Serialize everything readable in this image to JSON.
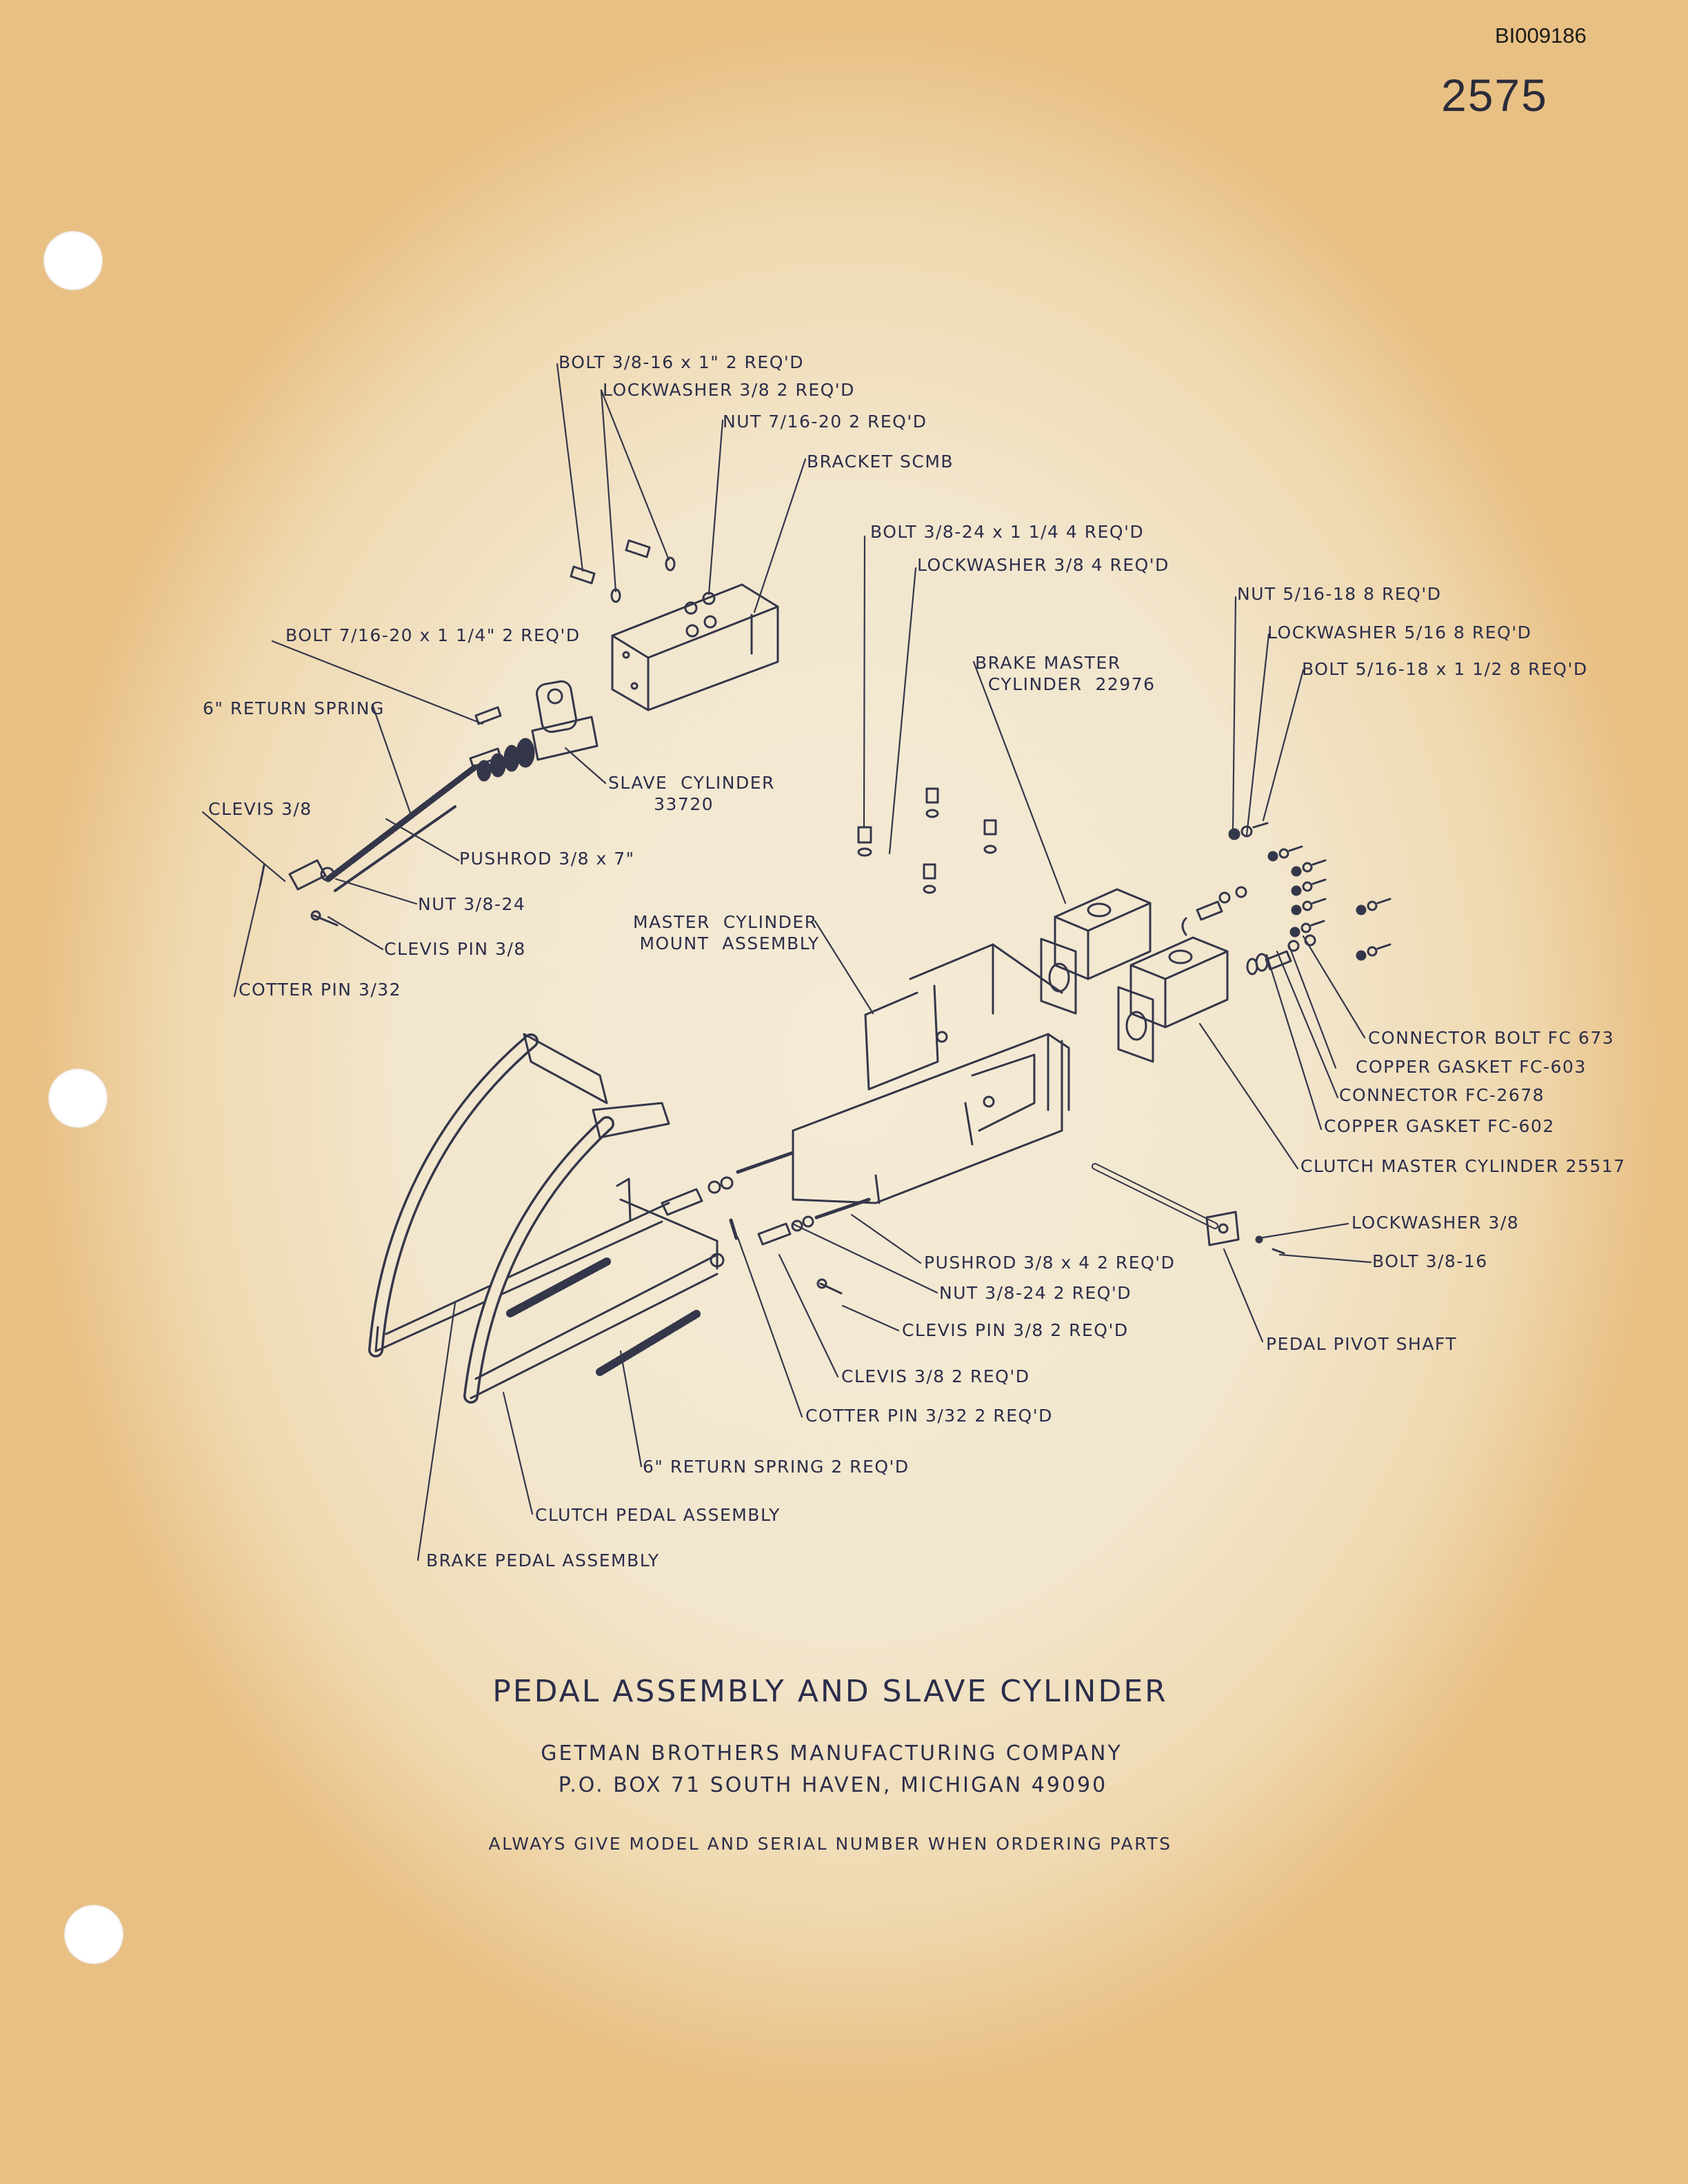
{
  "header": {
    "doc_id": "BI009186",
    "page_number": "2575"
  },
  "labels": {
    "bolt_38_16": "BOLT  3/8-16 x 1\"  2 REQ'D",
    "lockwasher_38_top": "LOCKWASHER  3/8  2 REQ'D",
    "nut_716_20": "NUT  7/16-20  2 REQ'D",
    "bracket": "BRACKET  SCMB",
    "bolt_38_24": "BOLT  3/8-24 x 1 1/4   4 REQ'D",
    "lockwasher_38_4": "LOCKWASHER  3/8  4 REQ'D",
    "nut_516_18": "NUT  5/16-18   8 REQ'D",
    "lockwasher_516": "LOCKWASHER  5/16  8 REQ'D",
    "bolt_516_18": "BOLT  5/16-18 x 1 1/2   8 REQ'D",
    "brake_master_cylinder": "BRAKE MASTER\n  CYLINDER  22976",
    "bolt_716_20": "BOLT  7/16-20 x 1 1/4\"  2 REQ'D",
    "return_spring_6": "6\" RETURN SPRING",
    "slave_cylinder": "SLAVE  CYLINDER\n       33720",
    "clevis_38": "CLEVIS  3/8",
    "pushrod_38_7": "PUSHROD  3/8 x 7\"",
    "nut_38_24": "NUT  3/8-24",
    "clevis_pin_38": "CLEVIS  PIN  3/8",
    "cotter_pin_332": "COTTER PIN  3/32",
    "master_cylinder_mount": "MASTER  CYLINDER\n MOUNT  ASSEMBLY",
    "connector_bolt": "CONNECTOR  BOLT   FC 673",
    "copper_gasket_603": "COPPER   GASKET   FC-603",
    "connector_2678": "CONNECTOR   FC-2678",
    "copper_gasket_602": "COPPER    GASKET   FC-602",
    "clutch_master_cylinder": "CLUTCH  MASTER  CYLINDER   25517",
    "lockwasher_38_r": "LOCKWASHER  3/8",
    "bolt_38_16_r": "BOLT   3/8-16",
    "pedal_pivot_shaft": "PEDAL  PIVOT  SHAFT",
    "pushrod_38_4": "PUSHROD  3/8 x 4    2 REQ'D",
    "nut_38_24_2": "NUT  3/8-24  2 REQ'D",
    "clevis_pin_38_2": "CLEVIS  PIN   3/8   2 REQ'D",
    "clevis_38_2": "CLEVIS  3/8    2  REQ'D",
    "cotter_pin_332_2": "COTTER  PIN   3/32   2 REQ'D",
    "return_spring_6_2": "6\" RETURN  SPRING   2 REQ'D",
    "clutch_pedal_assembly": "CLUTCH  PEDAL  ASSEMBLY",
    "brake_pedal_assembly": "BRAKE  PEDAL  ASSEMBLY"
  },
  "footer": {
    "title": "PEDAL  ASSEMBLY  AND  SLAVE  CYLINDER",
    "company": "GETMAN  BROTHERS  MANUFACTURING  COMPANY",
    "address": "P.O.  BOX  71   SOUTH  HAVEN,  MICHIGAN   49090",
    "note": "ALWAYS  GIVE  MODEL  AND  SERIAL  NUMBER  WHEN  ORDERING  PARTS"
  }
}
